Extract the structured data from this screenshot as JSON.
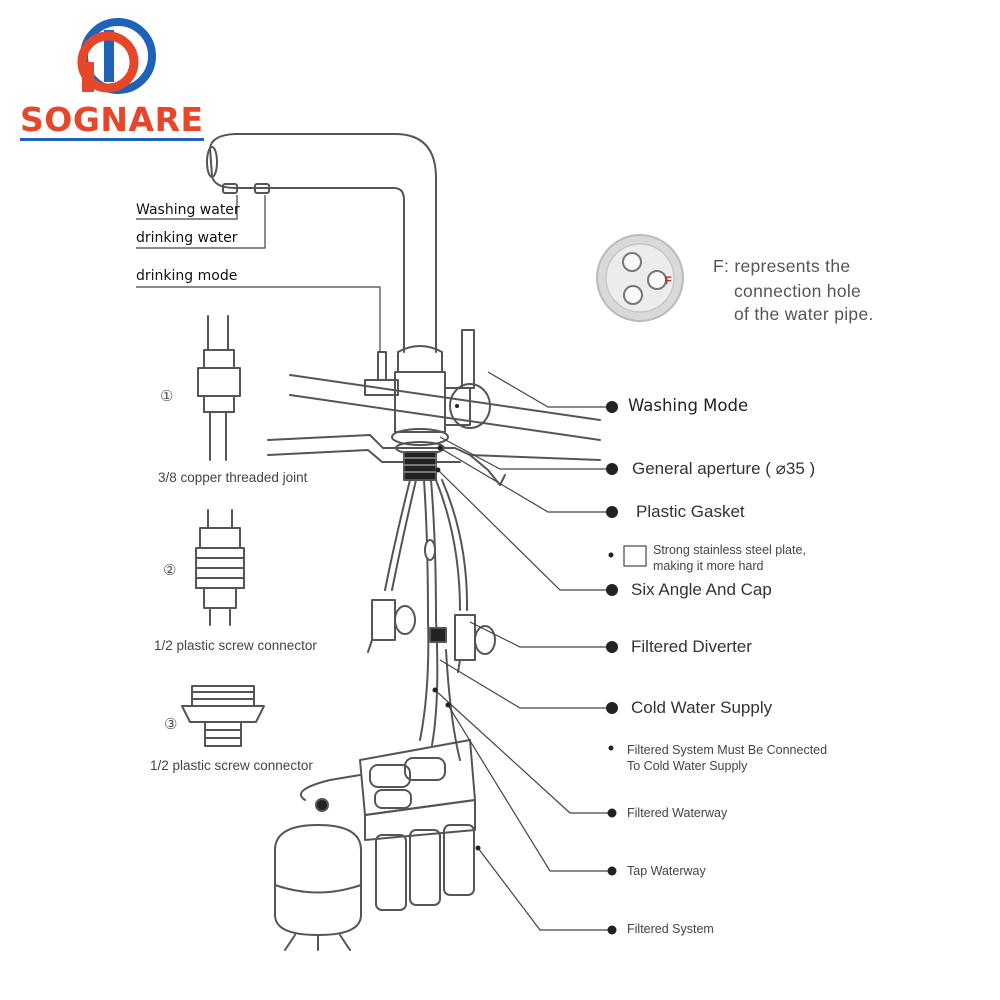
{
  "brand": {
    "name": "SOGNARE",
    "colors": {
      "red": "#e4472a",
      "blue": "#1e63b8"
    }
  },
  "faucet_labels": {
    "washing_water": "Washing water",
    "drinking_water": "drinking water",
    "drinking_mode": "drinking mode"
  },
  "connectors": [
    {
      "number": "①",
      "label": "3/8 copper threaded joint"
    },
    {
      "number": "②",
      "label": "1/2 plastic screw connector"
    },
    {
      "number": "③",
      "label": "1/2 plastic screw connector"
    }
  ],
  "hole_note": {
    "letter": "F",
    "line1": "F: represents the",
    "line2": "connection hole",
    "line3": "of the water pipe."
  },
  "callouts": {
    "washing_mode": "Washing Mode",
    "general_aperture": "General aperture ( ⌀35 )",
    "plastic_gasket": "Plastic Gasket",
    "steel_plate_line1": "Strong stainless steel plate,",
    "steel_plate_line2": "making it more hard",
    "six_angle_cap": "Six Angle And Cap",
    "filtered_diverter": "Filtered Diverter",
    "cold_water_supply": "Cold Water Supply",
    "filtered_note_line1": "Filtered System Must Be Connected",
    "filtered_note_line2": "To Cold Water Supply",
    "filtered_waterway": "Filtered Waterway",
    "tap_waterway": "Tap Waterway",
    "filtered_system": "Filtered System"
  }
}
